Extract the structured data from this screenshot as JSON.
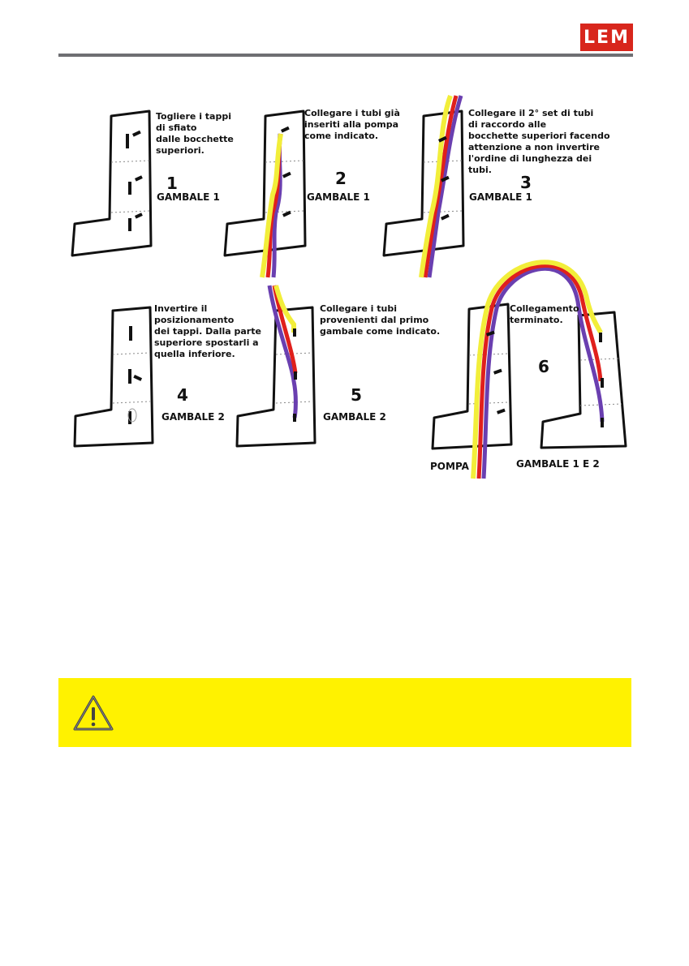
{
  "header": {
    "brand": "LEM"
  },
  "steps": [
    {
      "number": "1",
      "caption": "Togliere i tappi\ndi sfiato\ndalle bocchette\nsuperiori.",
      "gambale": "GAMBALE 1"
    },
    {
      "number": "2",
      "caption": "Collegare i tubi già\ninseriti alla pompa\ncome indicato.",
      "gambale": "GAMBALE 1"
    },
    {
      "number": "3",
      "caption": "Collegare il 2° set di tubi\ndi raccordo alle\nbocchette superiori facendo\nattenzione a non invertire\nl'ordine di lunghezza dei\ntubi.",
      "gambale": "GAMBALE 1"
    },
    {
      "number": "4",
      "caption": "Invertire il\nposizionamento\ndei tappi. Dalla parte\nsuperiore spostarli a\nquella inferiore.",
      "gambale": "GAMBALE 2"
    },
    {
      "number": "5",
      "caption": "Collegare i tubi\nprovenienti dal primo\ngambale come indicato.",
      "gambale": "GAMBALE 2"
    },
    {
      "number": "6",
      "caption": "Collegamento\nterminato.",
      "gambale": "GAMBALE 1 E 2",
      "pump_label": "POMPA"
    }
  ],
  "colors": {
    "brand": "#d8261c",
    "rule": "#6e6f72",
    "warning": "#fff200",
    "tube_yellow": "#f2ee3a",
    "tube_red": "#e0201c",
    "tube_purple": "#6a3fb0"
  },
  "warning": {
    "icon": "warning-triangle-icon"
  }
}
